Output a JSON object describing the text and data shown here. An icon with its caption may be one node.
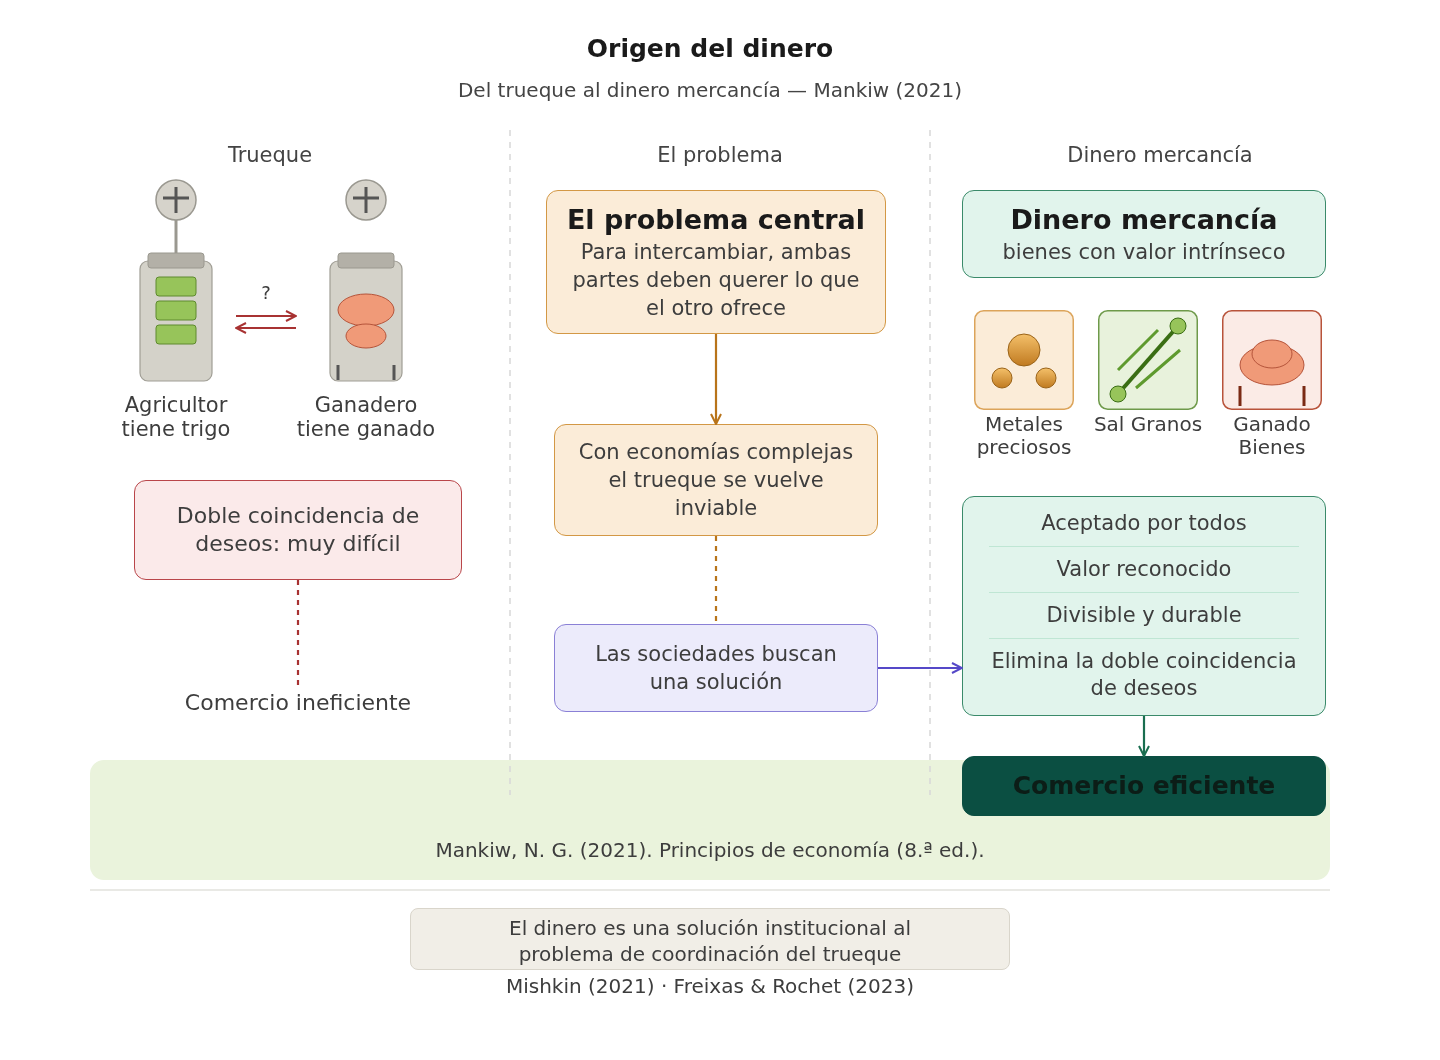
{
  "diagram": {
    "title": "Origen del dinero",
    "caption": "El dinero es una solución institucional al problema de coordinación del trueque",
    "nodes": [
      {
        "text": [
          "Agricultor tiene trigo"
        ]
      },
      {
        "text": [
          "Ganadero tiene ganado"
        ]
      },
      {
        "text": [
          "Doble coincidencia de deseos: muy difícil"
        ]
      },
      {
        "text": [
          "Comercio ineficiente"
        ]
      },
      {
        "text": [
          "El problema central",
          "Para intercambiar, ambas partes deben querer lo que el otro ofrece"
        ]
      },
      {
        "text": [
          "Con economías complejas el trueque se vuelve inviable"
        ]
      },
      {
        "text": [
          "Las sociedades buscan una solución"
        ]
      },
      {
        "text": [
          "Dinero mercancía",
          "bienes con valor intrínseco"
        ]
      },
      {
        "text": [
          "Metales preciosos"
        ]
      },
      {
        "text": [
          "Sal Granos"
        ]
      },
      {
        "text": [
          "Ganado Bienes"
        ]
      },
      {
        "text": [
          "Aceptado por todos",
          "Valor reconocido",
          "Divisible y durable",
          "Elimina la doble coincidencia de deseos"
        ]
      },
      {
        "text": [
          "Comercio eficiente"
        ]
      }
    ],
    "edges": [
      {
        "from": 0,
        "to": 1,
        "arrow": "to",
        "label": "?"
      },
      {
        "from": 1,
        "to": 0,
        "arrow": "to"
      },
      {
        "from": 2,
        "to": 3,
        "arrow": "none",
        "style": "dashed"
      },
      {
        "from": 4,
        "to": 5,
        "arrow": "to",
        "color": "#b8741a"
      },
      {
        "from": 5,
        "to": 6,
        "arrow": "none",
        "style": "dashed",
        "color": "#b8741a"
      },
      {
        "from": 6,
        "to": 11,
        "arrow": "to",
        "color": "#5548c8"
      },
      {
        "from": 11,
        "to": 12,
        "arrow": "to",
        "color": "#1a6e50"
      }
    ],
    "labels": [
      "Del trueque al dinero mercancía — Mankiw (2021)",
      "Trueque",
      "El problema",
      "Dinero mercancía",
      "Mankiw, N. G. (2021). Principios de economía (8.ª ed.).",
      "Mishkin (2021) · Freixas & Rochet (2023)"
    ]
  }
}
